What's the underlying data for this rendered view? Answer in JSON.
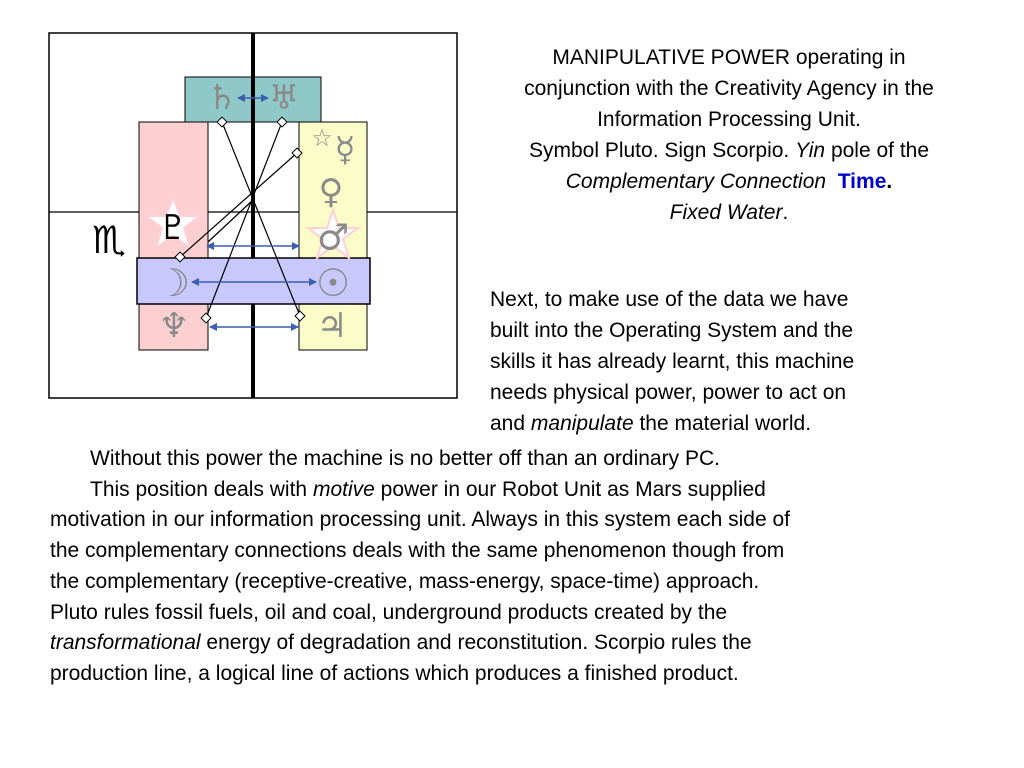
{
  "diagram": {
    "zodiac_symbol": "♏",
    "symbols": {
      "saturn": "♄",
      "uranus": "♅",
      "neptune": "♆",
      "pluto": "♇",
      "mercury": "☿",
      "venus": "♀",
      "mars": "♂",
      "moon": "☽",
      "sun": "☉",
      "jupiter": "♃",
      "star": "☆"
    },
    "colors": {
      "top_box": "#8fc8c8",
      "left_column": "#fcd0d0",
      "right_column": "#fcfcc8",
      "center_bar": "#c8c8fc",
      "arrow": "#3a5fb0",
      "symbol": "#8a8a8a"
    }
  },
  "title": {
    "line1": "MANIPULATIVE POWER operating in",
    "line2": "conjunction with the Creativity Agency in the",
    "line3": "Information Processing Unit.",
    "line4": "Symbol Pluto. Sign Scorpio.",
    "yin": "Yin",
    "pole_of": "pole of the",
    "complementary": "Complementary Connection",
    "time": "Time",
    "period": ".",
    "fixed_water": "Fixed Water",
    "period2": "."
  },
  "para1": {
    "line1": "Next, to make use of the data we have",
    "line2": "built into the Operating System and the",
    "line3": "skills it has already learnt, this machine",
    "line4": "needs physical power, power to act on",
    "and": "and",
    "manipulate": "manipulate",
    "line5_rest": "the material world."
  },
  "body": {
    "line1": "Without this power the machine is no better off than an ordinary PC.",
    "line2_a": "This position deals with",
    "motive": "motive",
    "line2_b": "power in our Robot Unit as Mars supplied",
    "line3": "motivation in our information processing unit. Always in this system each side of",
    "line4": "the complementary connections deals with the same phenomenon though from",
    "line5": "the complementary (receptive-creative, mass-energy, space-time) approach.",
    "line6": "Pluto rules fossil fuels, oil and coal, underground products created by the",
    "transformational": "transformational",
    "line7_rest": "energy of degradation and reconstitution. Scorpio rules the",
    "line8": "production line, a logical line of actions which produces a finished product."
  }
}
